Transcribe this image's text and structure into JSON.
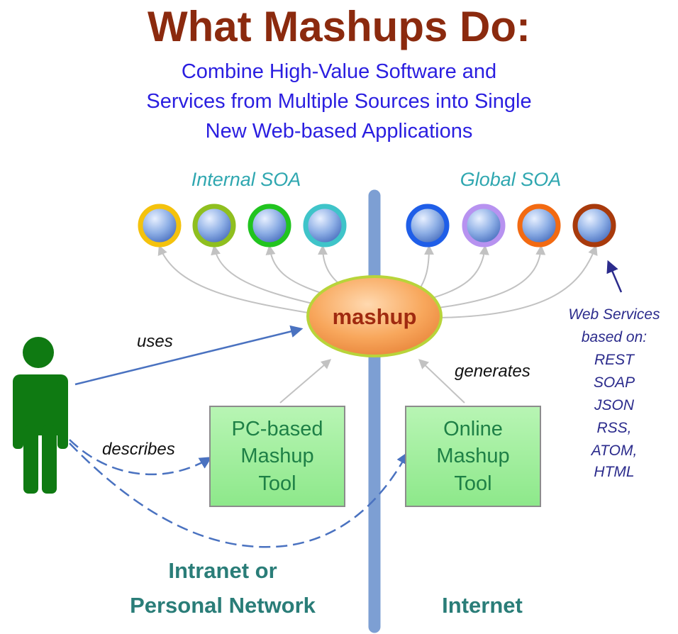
{
  "title": "What Mashups Do:",
  "subtitle_lines": [
    "Combine High-Value Software and",
    "Services from Multiple Sources into Single",
    "New Web-based Applications"
  ],
  "internal_soa": {
    "label": "Internal SOA",
    "services": [
      {
        "ring_color": "#f4c20d"
      },
      {
        "ring_color": "#8fbf1f"
      },
      {
        "ring_color": "#21c41f"
      },
      {
        "ring_color": "#3fc4c9"
      }
    ]
  },
  "global_soa": {
    "label": "Global SOA",
    "services": [
      {
        "ring_color": "#1f5ee8"
      },
      {
        "ring_color": "#b792f0"
      },
      {
        "ring_color": "#f26a12"
      },
      {
        "ring_color": "#a83a0c"
      }
    ]
  },
  "mashup": {
    "label": "mashup",
    "fill": "#f6a25a",
    "border": "#b8d43a"
  },
  "edges": {
    "uses": "uses",
    "describes": "describes",
    "generates": "generates"
  },
  "pc_tool": {
    "lines": [
      "PC-based",
      "Mashup",
      "Tool"
    ]
  },
  "online_tool": {
    "lines": [
      "Online",
      "Mashup",
      "Tool"
    ]
  },
  "web_services": {
    "lines": [
      "Web Services",
      "based on:",
      "REST",
      "SOAP",
      "JSON",
      "RSS,",
      "ATOM,",
      "HTML"
    ]
  },
  "networks": {
    "intranet_lines": [
      "Intranet or",
      "Personal Network"
    ],
    "internet": "Internet"
  },
  "colors": {
    "title": "#8b2a0e",
    "subtitle": "#2a1ee0",
    "person": "#0f7a12",
    "divider": "#7d9fd3",
    "arrow_blue": "#4a72c0",
    "arrow_gray": "#c2c2c2",
    "tool_fill": "#a7f0a3",
    "tool_border": "#8c8c8c"
  }
}
